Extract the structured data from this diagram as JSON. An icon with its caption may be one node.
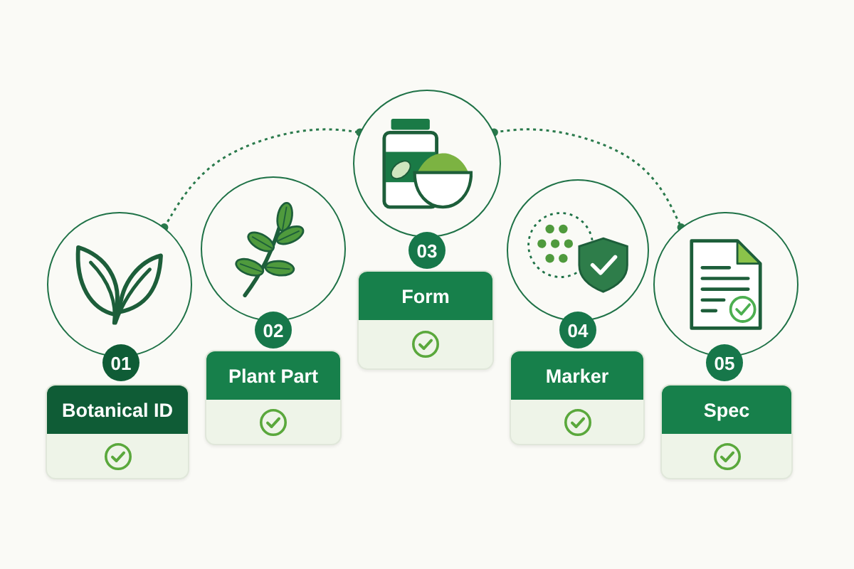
{
  "diagram": {
    "nodes": [
      {
        "text": [],
        "shape": "circle"
      },
      {
        "text": [
          "01"
        ]
      },
      {
        "text": [
          "Botanical ID"
        ]
      },
      {
        "text": [],
        "shape": "circle"
      },
      {
        "text": [
          "02"
        ]
      },
      {
        "text": [
          "Plant Part"
        ]
      },
      {
        "text": [],
        "shape": "circle"
      },
      {
        "text": [
          "03"
        ]
      },
      {
        "text": [
          "Form"
        ]
      },
      {
        "text": [],
        "shape": "circle"
      },
      {
        "text": [
          "04"
        ]
      },
      {
        "text": [
          "Marker"
        ]
      },
      {
        "text": [],
        "shape": "circle"
      },
      {
        "text": [
          "05"
        ]
      },
      {
        "text": [
          "Spec"
        ]
      }
    ],
    "edges": [
      {
        "from": 0,
        "to": 6,
        "arrow": "other",
        "style": "dashed"
      },
      {
        "from": 6,
        "to": 12,
        "arrow": "other",
        "style": "dashed"
      }
    ]
  }
}
